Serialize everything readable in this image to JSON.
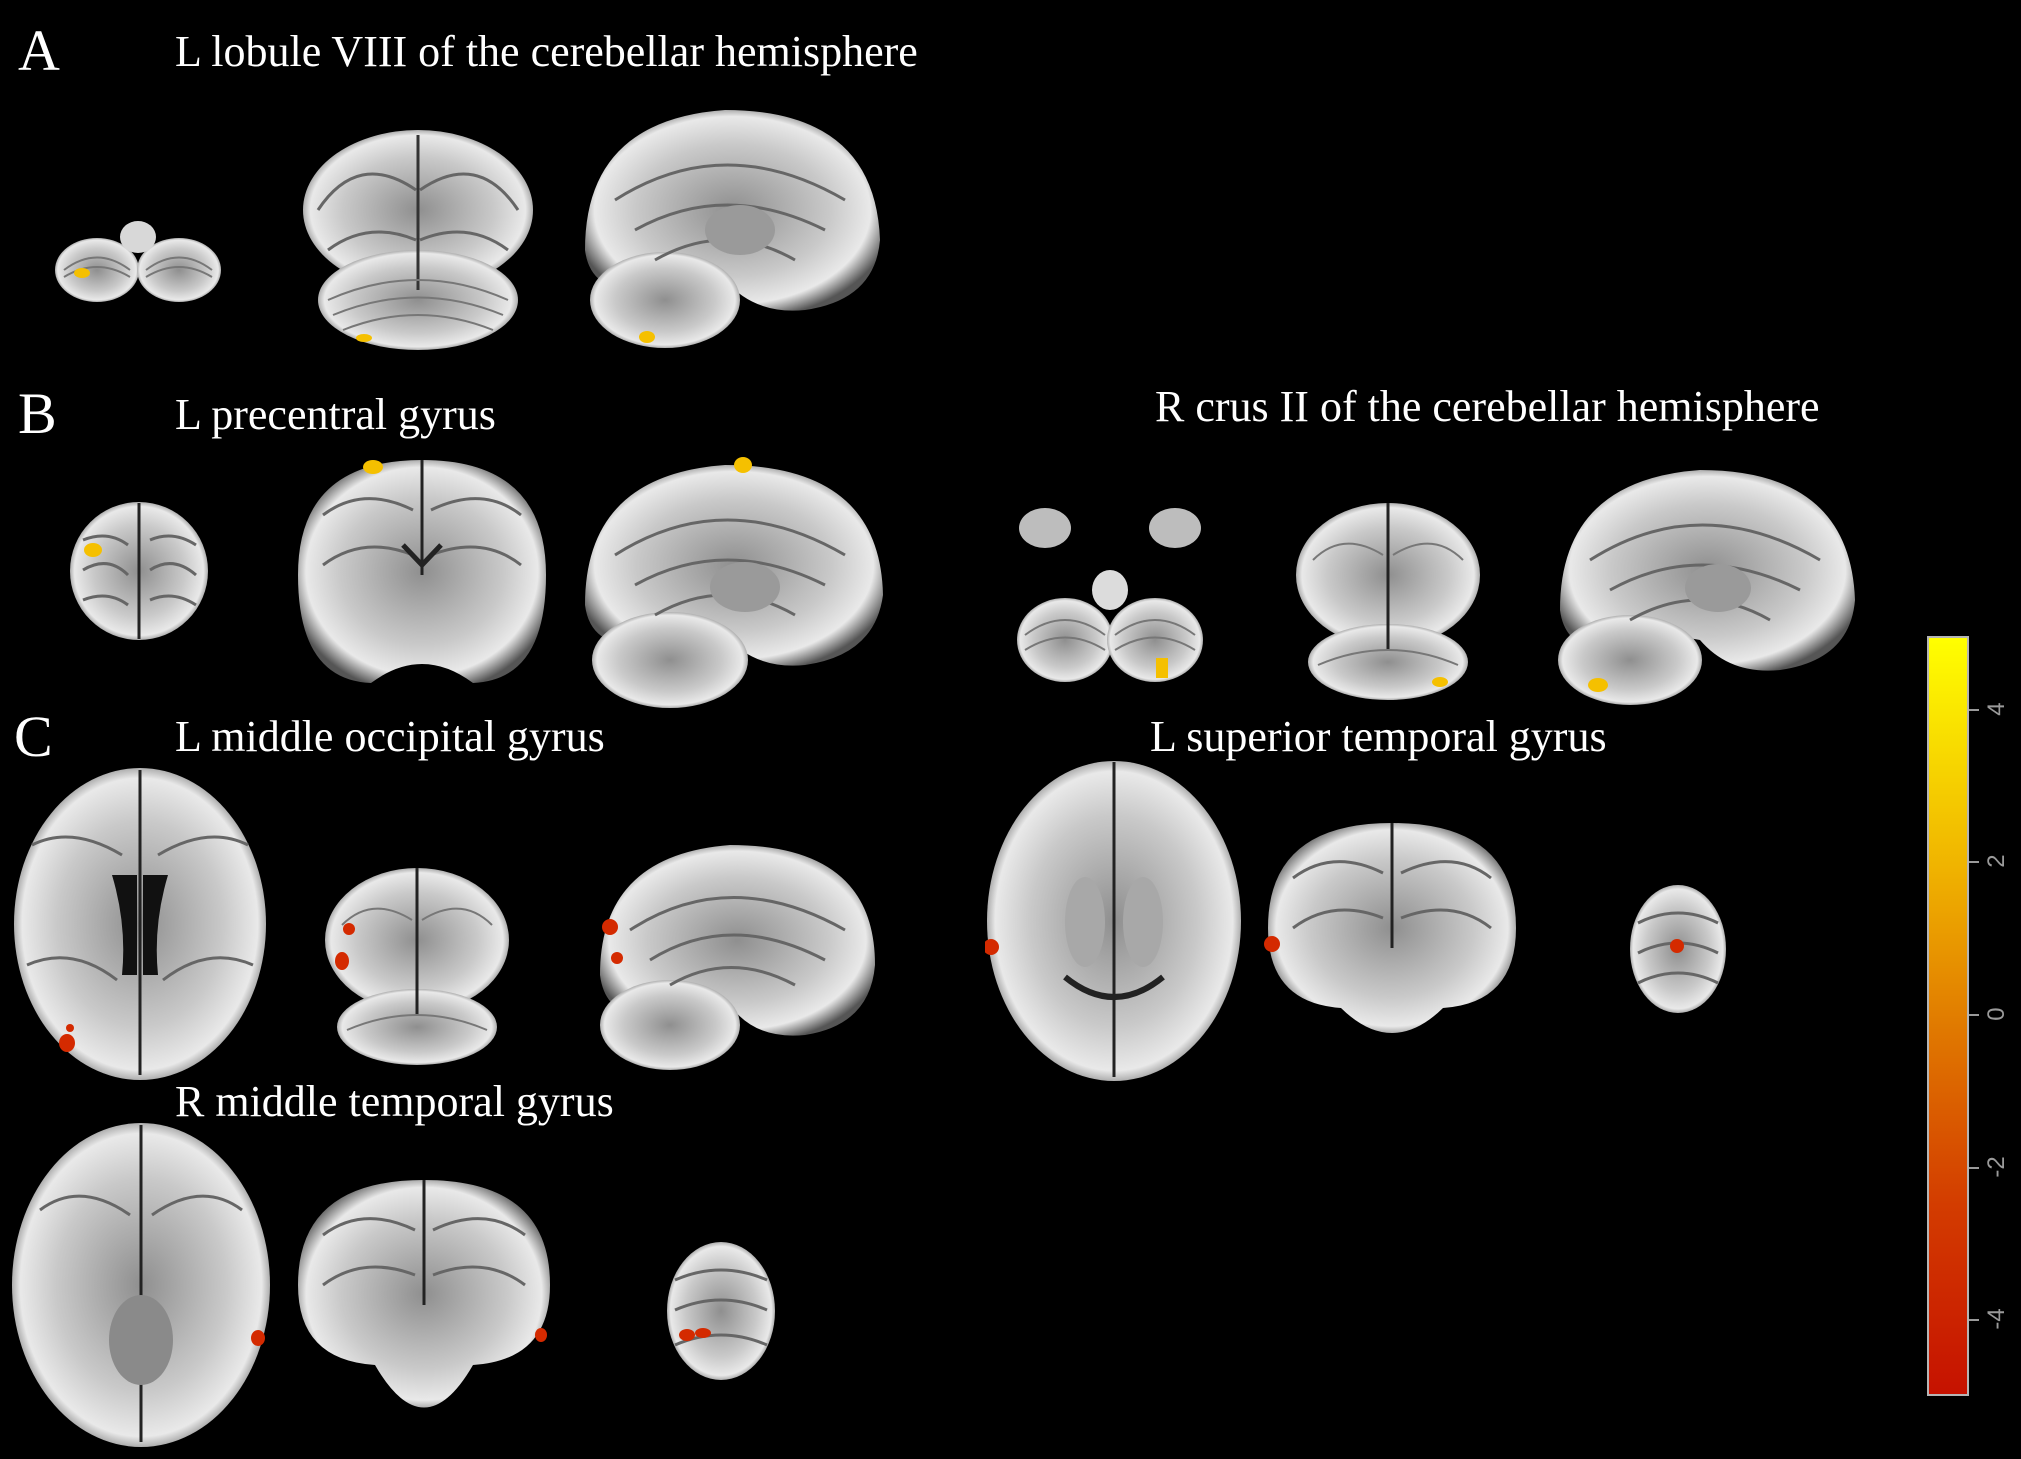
{
  "panels": {
    "a": {
      "letter": "A",
      "title": "L lobule VIII of the cerebellar hemisphere"
    },
    "b": {
      "letter": "B",
      "title_left": "L precentral gyrus",
      "title_right": "R crus II of the cerebellar hemisphere"
    },
    "c": {
      "letter": "C",
      "title_left": "L middle occipital gyrus",
      "title_right": "L superior temporal gyrus",
      "title_bottom": "R middle temporal gyrus"
    }
  },
  "colorbar": {
    "ticks": [
      "4",
      "2",
      "0",
      "-2",
      "-4"
    ],
    "colors": {
      "top": "#ffff00",
      "mid": "#e07800",
      "bottom": "#c61200"
    }
  },
  "overlay_colors": {
    "positive": "#f5c000",
    "negative": "#d42a00"
  }
}
